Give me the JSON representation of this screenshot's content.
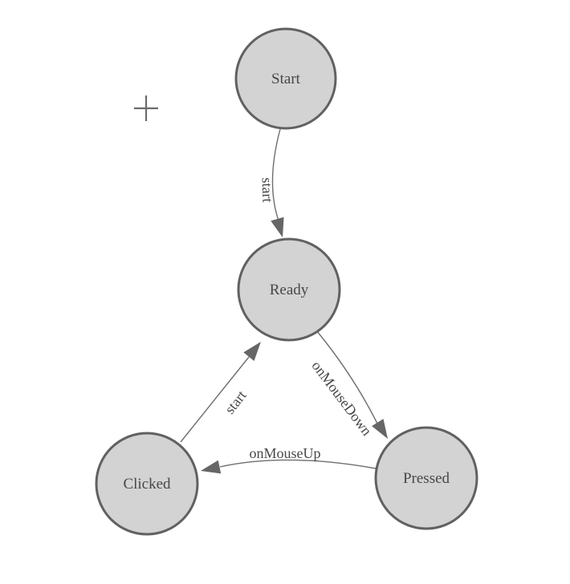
{
  "canvas": {
    "background_color": "#ffffff",
    "node_fill_color": "#d3d3d3",
    "node_border_color": "#616161",
    "edge_color": "#6e6e6e",
    "arrowhead_color": "#666666",
    "node_label_color": "#474747",
    "edge_label_color": "#474747",
    "plus_marker_color": "#6b6b6b"
  },
  "diagram": {
    "type": "state-machine",
    "nodes": [
      {
        "id": "start",
        "label": "Start"
      },
      {
        "id": "ready",
        "label": "Ready"
      },
      {
        "id": "clicked",
        "label": "Clicked"
      },
      {
        "id": "pressed",
        "label": "Pressed"
      }
    ],
    "edges": [
      {
        "id": "start-to-ready",
        "label": "start",
        "from": "Start",
        "to": "Ready"
      },
      {
        "id": "ready-to-pressed",
        "label": "onMouseDown",
        "from": "Ready",
        "to": "Pressed"
      },
      {
        "id": "pressed-to-clicked",
        "label": "onMouseUp",
        "from": "Pressed",
        "to": "Clicked"
      },
      {
        "id": "clicked-to-ready",
        "label": "start",
        "from": "Clicked",
        "to": "Ready"
      }
    ]
  }
}
